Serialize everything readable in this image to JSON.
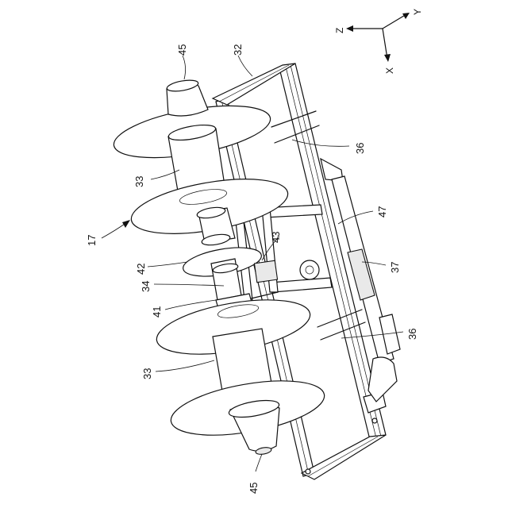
{
  "axes": {
    "z": "Z",
    "y": "Y",
    "x": "X"
  },
  "labels": {
    "l45_top": "45",
    "l32": "32",
    "l36_top": "36",
    "l33_top": "33",
    "l47": "47",
    "l17": "17",
    "l43": "43",
    "l42": "42",
    "l37": "37",
    "l34": "34",
    "l41": "41",
    "l36_bottom": "36",
    "l33_bottom": "33",
    "l45_bottom": "45"
  }
}
